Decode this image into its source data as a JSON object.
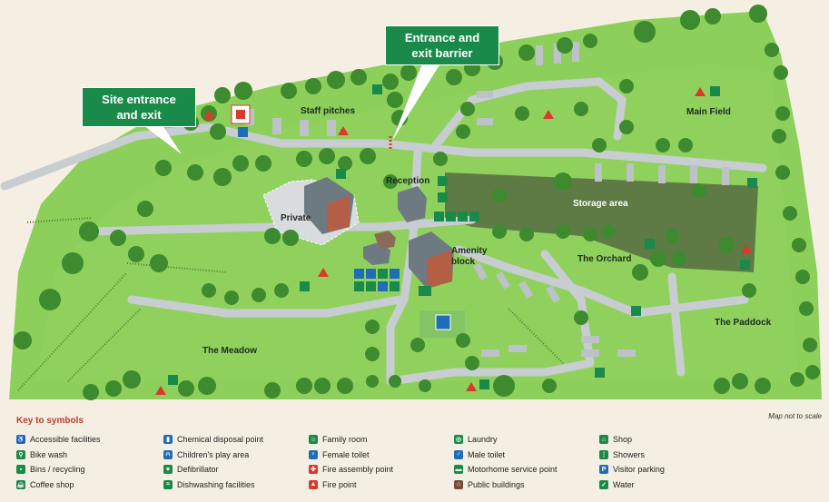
{
  "callouts": {
    "site_entrance": "Site entrance and exit",
    "entrance_barrier": "Entrance and exit barrier"
  },
  "areas": {
    "staff_pitches": "Staff pitches",
    "main_field": "Main Field",
    "reception": "Reception",
    "private": "Private",
    "storage_area": "Storage area",
    "amenity_block": "Amenity block",
    "the_orchard": "The Orchard",
    "the_paddock": "The Paddock",
    "the_meadow": "The Meadow"
  },
  "scale_note": "Map not to scale",
  "key": {
    "title": "Key to symbols",
    "columns": [
      [
        {
          "label": "Accessible facilities",
          "icon": "accessible-icon",
          "color": "#1f6db5"
        },
        {
          "label": "Bike wash",
          "icon": "bike-icon",
          "color": "#1a8a4a"
        },
        {
          "label": "Bins / recycling",
          "icon": "bin-icon",
          "color": "#1a8a4a"
        },
        {
          "label": "Coffee shop",
          "icon": "coffee-icon",
          "color": "#1a8a4a"
        }
      ],
      [
        {
          "label": "Chemical disposal point",
          "icon": "chemical-disposal-icon",
          "color": "#1f6db5"
        },
        {
          "label": "Children's play area",
          "icon": "play-area-icon",
          "color": "#1f6db5"
        },
        {
          "label": "Defibrillator",
          "icon": "defibrillator-icon",
          "color": "#1a8a4a"
        },
        {
          "label": "Dishwashing facilities",
          "icon": "dishwashing-icon",
          "color": "#1a8a4a"
        }
      ],
      [
        {
          "label": "Family room",
          "icon": "family-room-icon",
          "color": "#1a8a4a"
        },
        {
          "label": "Female toilet",
          "icon": "female-toilet-icon",
          "color": "#1f6db5"
        },
        {
          "label": "Fire assembly point",
          "icon": "fire-assembly-icon",
          "color": "#d93a2b"
        },
        {
          "label": "Fire point",
          "icon": "fire-point-icon",
          "color": "#d93a2b"
        }
      ],
      [
        {
          "label": "Laundry",
          "icon": "laundry-icon",
          "color": "#1a8a4a"
        },
        {
          "label": "Male toilet",
          "icon": "male-toilet-icon",
          "color": "#1f6db5"
        },
        {
          "label": "Motorhome service point",
          "icon": "motorhome-icon",
          "color": "#1a8a4a"
        },
        {
          "label": "Public buildings",
          "icon": "building-icon",
          "color": "#7a4a3a"
        }
      ],
      [
        {
          "label": "Shop",
          "icon": "shop-icon",
          "color": "#1a8a4a"
        },
        {
          "label": "Showers",
          "icon": "shower-icon",
          "color": "#1a8a4a"
        },
        {
          "label": "Visitor parking",
          "icon": "parking-icon",
          "color": "#1f6db5"
        },
        {
          "label": "Water",
          "icon": "water-icon",
          "color": "#1a8a4a"
        }
      ]
    ]
  }
}
